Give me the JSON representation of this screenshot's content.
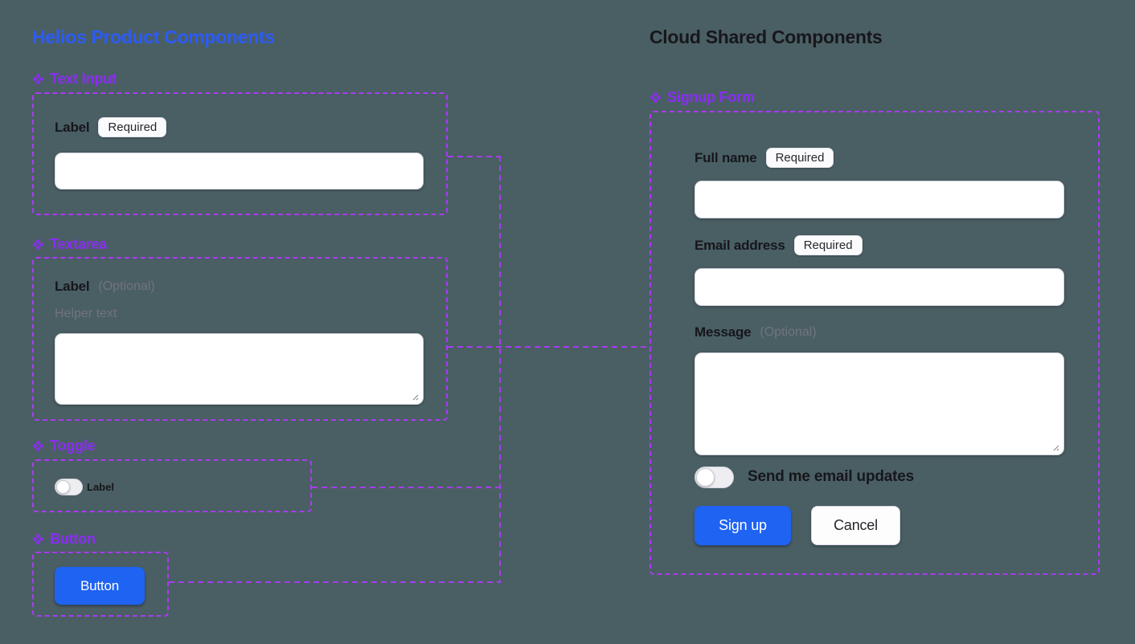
{
  "colors": {
    "background": "#4A5F63",
    "frame_dash": "#A93BF2",
    "component_label": "#8B2CF5",
    "heading_blue": "#2C5BF6",
    "heading_dark": "#17171B",
    "primary_blue": "#1F63F2"
  },
  "left": {
    "title": "Helios Product Components",
    "components": [
      {
        "name": "Text Input",
        "field_label": "Label",
        "badge": "Required"
      },
      {
        "name": "Textarea",
        "field_label": "Label",
        "optional_suffix": "(Optional)",
        "helper_text": "Helper text"
      },
      {
        "name": "Toggle",
        "toggle_label": "Label"
      },
      {
        "name": "Button",
        "button_label": "Button"
      }
    ]
  },
  "right": {
    "title": "Cloud Shared Components",
    "form": {
      "name": "Signup Form",
      "fields": [
        {
          "label": "Full name",
          "badge": "Required"
        },
        {
          "label": "Email address",
          "badge": "Required"
        },
        {
          "label": "Message",
          "optional_suffix": "(Optional)"
        }
      ],
      "toggle_label": "Send me email updates",
      "submit_label": "Sign up",
      "cancel_label": "Cancel"
    }
  }
}
